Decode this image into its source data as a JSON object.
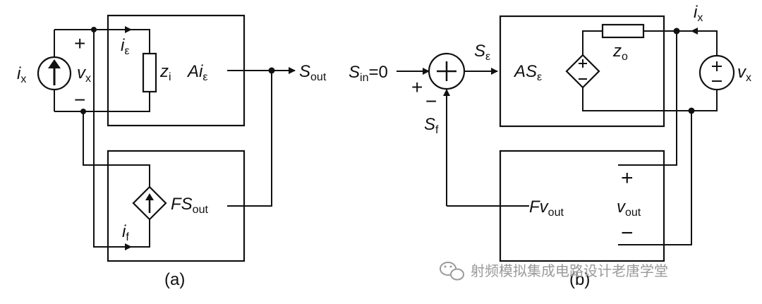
{
  "diagram": {
    "left": {
      "caption": "(a)",
      "source_current": {
        "main": "i",
        "sub": "x"
      },
      "source_voltage": {
        "main": "v",
        "sub": "x"
      },
      "plus": "+",
      "minus": "−",
      "i_eps": {
        "main": "i",
        "sub": "ε"
      },
      "z_i": {
        "main": "z",
        "sub": "i"
      },
      "gain": {
        "main": "Ai",
        "sub": "ε"
      },
      "s_out": {
        "main": "S",
        "sub": "out"
      },
      "fb": {
        "main": "FS",
        "sub": "out"
      },
      "i_f": {
        "main": "i",
        "sub": "f"
      }
    },
    "right": {
      "caption": "(b)",
      "s_in": {
        "main": "S",
        "sub": "in",
        "tail": "=0"
      },
      "plus": "+",
      "minus": "−",
      "s_eps": {
        "main": "S",
        "sub": "ε"
      },
      "gain": {
        "main": "AS",
        "sub": "ε"
      },
      "z_o": {
        "main": "z",
        "sub": "o"
      },
      "i_x": {
        "main": "i",
        "sub": "x"
      },
      "v_x": {
        "main": "v",
        "sub": "x"
      },
      "s_f": {
        "main": "S",
        "sub": "f"
      },
      "fb": {
        "main": "Fv",
        "sub": "out"
      },
      "v_out": {
        "main": "v",
        "sub": "out"
      },
      "out_plus": "+",
      "out_minus": "−"
    },
    "watermark": "射频模拟集成电路设计老唐学堂"
  }
}
